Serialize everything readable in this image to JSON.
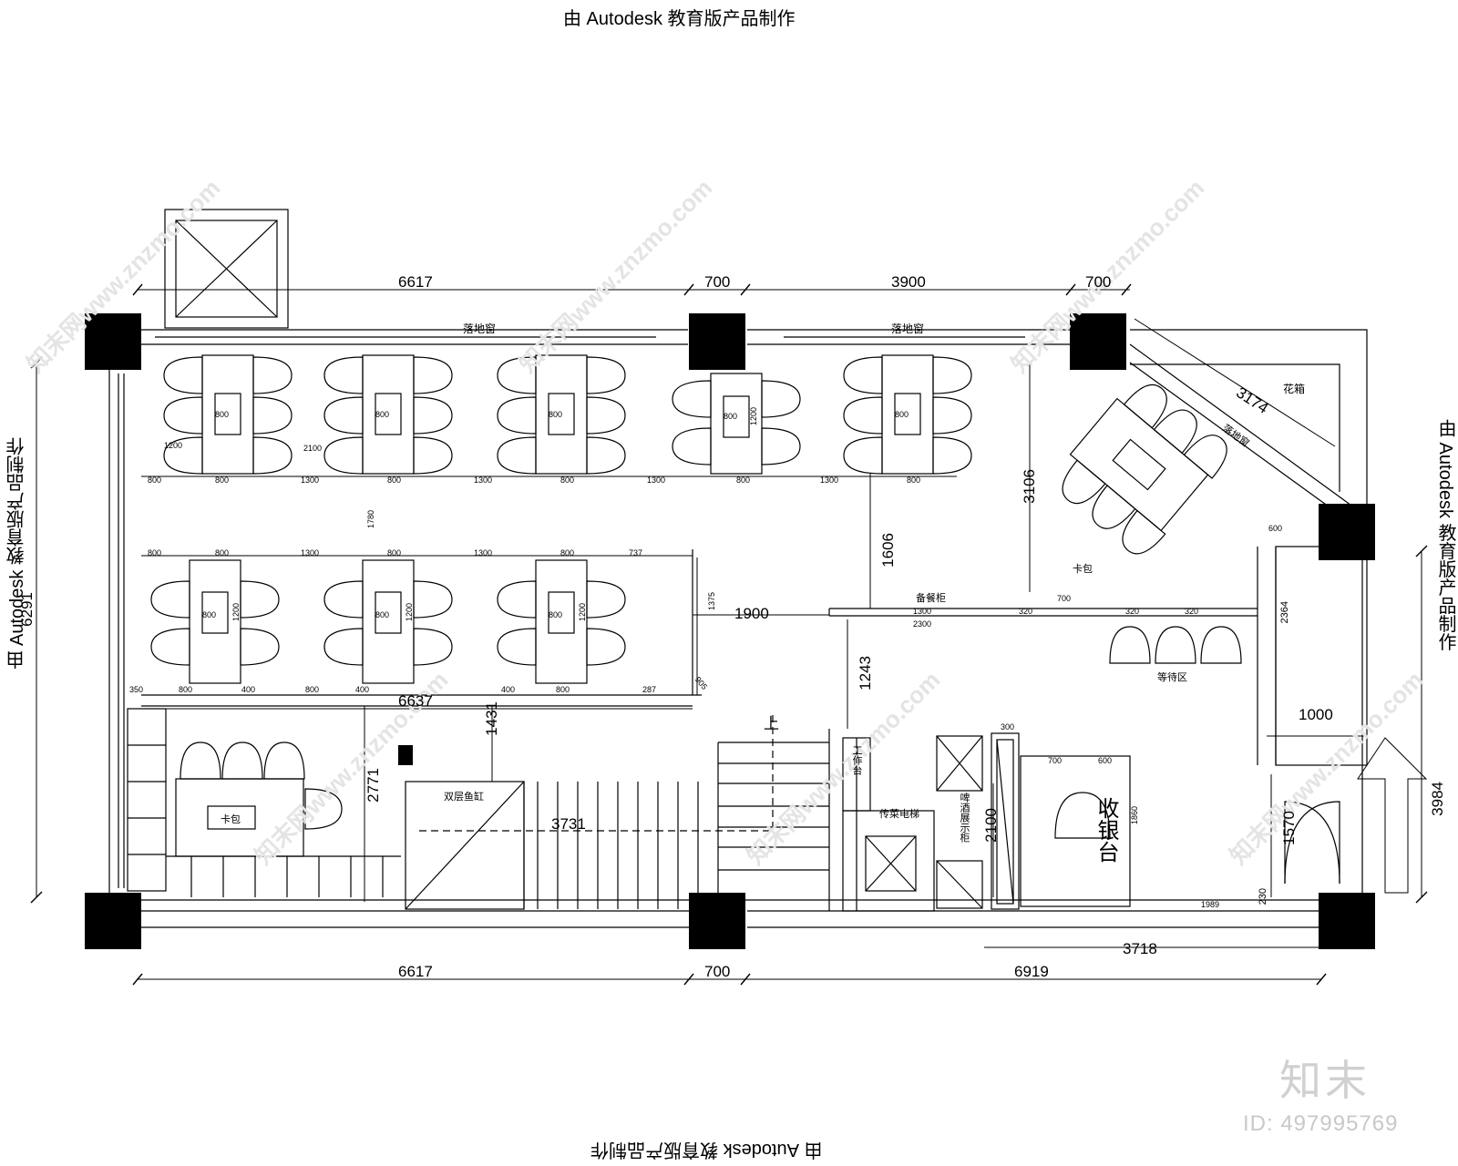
{
  "stamp": {
    "top": "由 Autodesk 教育版产品制作",
    "bottom": "由 Autodesk 教育版产品制作",
    "left": "由 Autodesk 教育版产品制作",
    "right": "由 Autodesk 教育版产品制作"
  },
  "watermark": {
    "logo": "知末",
    "id": "ID: 497995769",
    "diag": "知末网www.znzmo.com"
  },
  "dims_top": [
    "6617",
    "700",
    "3900",
    "700"
  ],
  "dims_bottom": [
    "6617",
    "700",
    "6919"
  ],
  "dims_left": "6291",
  "dims_right": "3984",
  "labels": {
    "window_left": "落地窗",
    "window_right": "落地窗",
    "planter": "花箱",
    "diag_window": "落地窗",
    "booth_right": "卡包",
    "booth_lower": "卡包",
    "cabinet": "备餐柜",
    "waiting": "等待区",
    "fish_tank": "双层鱼缸",
    "work_station": "工作台",
    "food_lift": "传菜电梯",
    "wine_display": "啤酒展示柜",
    "cashier": "收银台",
    "up": "上"
  },
  "inner_dims": {
    "d3174": "3174",
    "d3106": "3106",
    "d1606": "1606",
    "d1900": "1900",
    "d1243": "1243",
    "d1431": "1431",
    "d2771": "2771",
    "d3731": "3731",
    "d6637": "6637",
    "d2100": "2100",
    "d1570": "1570",
    "d1000": "1000",
    "d2364": "2364",
    "d3718": "3718",
    "d1989": "1989",
    "d230": "230",
    "d1860": "1860",
    "d700a": "700",
    "d600a": "600",
    "d700b": "700",
    "d320a": "320",
    "d320b": "320",
    "d320c": "320",
    "d1300": "1300",
    "d2300": "2300",
    "d300": "300",
    "d1375": "1375",
    "d905": "905",
    "d1780": "1780",
    "d2100b": "2100",
    "d1200a": "1200",
    "d600b": "600"
  },
  "row1_dims": [
    "800",
    "800",
    "1300",
    "800",
    "1300",
    "800",
    "1300",
    "800",
    "1300",
    "800"
  ],
  "row2_dims": [
    "800",
    "800",
    "1300",
    "800",
    "1300",
    "800",
    "737"
  ],
  "row2_bottom": [
    "350",
    "800",
    "400",
    "800",
    "400",
    "400",
    "800",
    "287"
  ],
  "table_label": "800",
  "table_len": "1200"
}
